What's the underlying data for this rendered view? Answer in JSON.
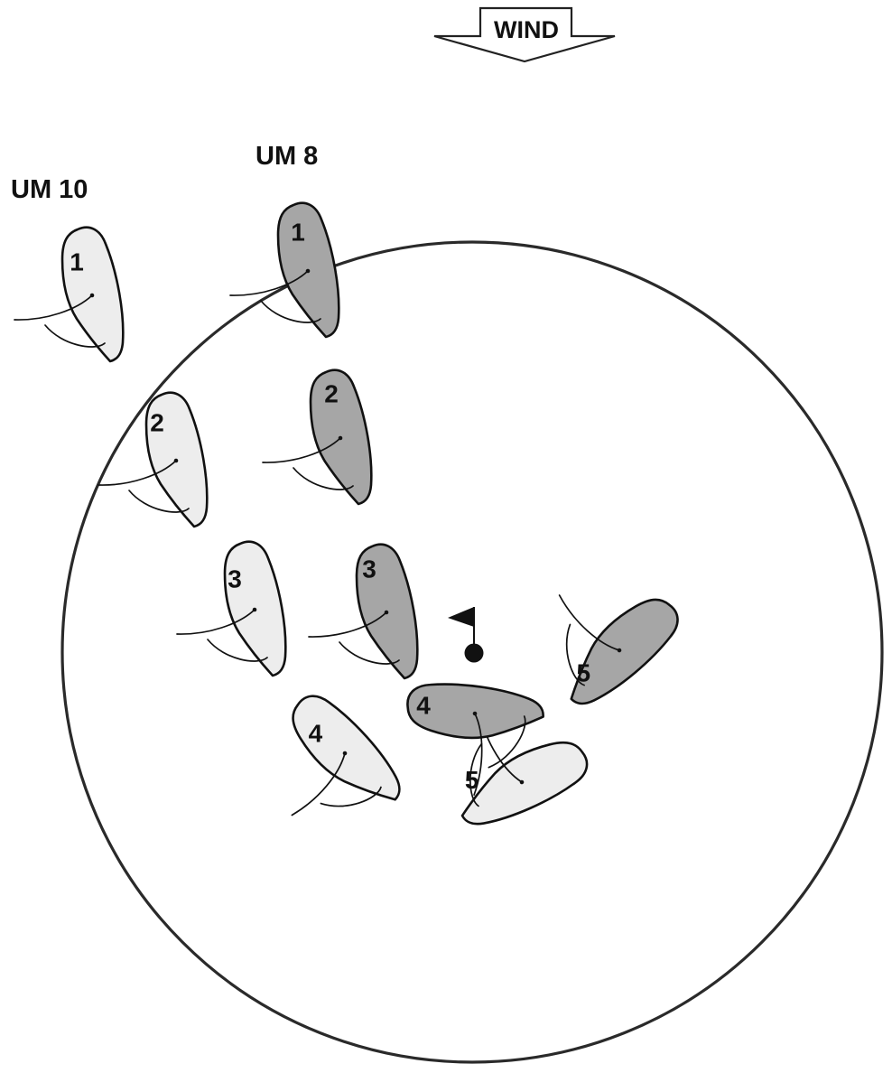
{
  "wind": {
    "label": "WIND"
  },
  "groups": [
    {
      "id": "um10",
      "label": "UM 10",
      "fill": "#ededed"
    },
    {
      "id": "um8",
      "label": "UM 8",
      "fill": "#a6a6a6"
    }
  ],
  "boats": [
    {
      "group": "um10",
      "number": "1"
    },
    {
      "group": "um10",
      "number": "2"
    },
    {
      "group": "um10",
      "number": "3"
    },
    {
      "group": "um10",
      "number": "4"
    },
    {
      "group": "um10",
      "number": "5"
    },
    {
      "group": "um8",
      "number": "1"
    },
    {
      "group": "um8",
      "number": "2"
    },
    {
      "group": "um8",
      "number": "3"
    },
    {
      "group": "um8",
      "number": "4"
    },
    {
      "group": "um8",
      "number": "5"
    }
  ],
  "mark": {
    "icon": "flag-icon"
  },
  "colors": {
    "outline": "#111111",
    "circle": "#2a2a2a",
    "um10_hull": "#ededed",
    "um8_hull": "#a6a6a6"
  }
}
